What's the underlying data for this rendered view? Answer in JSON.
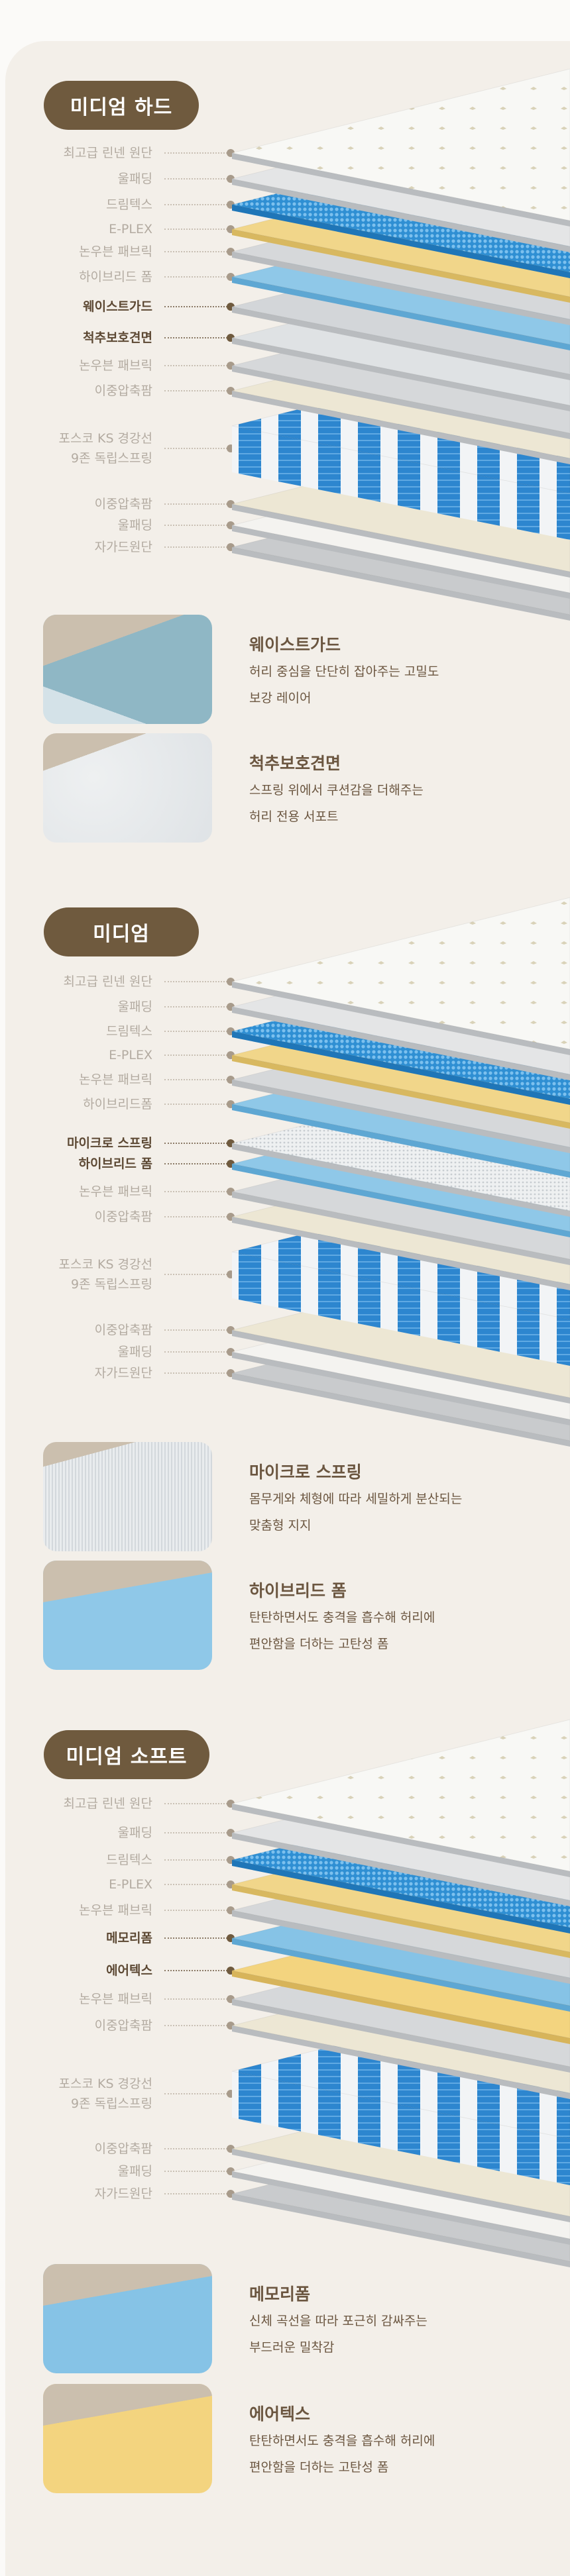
{
  "colors": {
    "pill": "#6f5a3e",
    "label": "#b3aba1",
    "label_bold": "#5c4833",
    "card_text": "#6b5640",
    "bg": "#f3efe9",
    "linen": "#f8f8f5",
    "wool": "#e4e5e6",
    "dreamtex": "#3d98d6",
    "eplex": "#f1d68a",
    "nonwoven": "#d6d8da",
    "hybrid": "#8fc8e8",
    "guard": "#d3d6d9",
    "spine": "#dfe2e4",
    "foam2": "#ede7d4",
    "spring": "#e9ecef",
    "woolbottom": "#f4f3f0",
    "jacquard": "#c9cbcd",
    "micro": "#eceeef",
    "memory": "#86c3e6",
    "airtex": "#f3d47f"
  },
  "sections": [
    {
      "title": "미디엄 하드",
      "layers": [
        {
          "label": "최고급 린넨 원단",
          "kind": "linen"
        },
        {
          "label": "울패딩",
          "kind": "wool"
        },
        {
          "label": "드림텍스",
          "kind": "dreamtex"
        },
        {
          "label": "E-PLEX",
          "kind": "eplex"
        },
        {
          "label": "논우븐 패브릭",
          "kind": "nonwoven"
        },
        {
          "label": "하이브리드 폼",
          "kind": "hybrid"
        },
        {
          "label": "웨이스트가드",
          "kind": "guard",
          "bold": true
        },
        {
          "label": "척추보호견면",
          "kind": "spine",
          "bold": true
        },
        {
          "label": "논우븐 패브릭",
          "kind": "nonwoven"
        },
        {
          "label": "이중압축팜",
          "kind": "foam2"
        },
        {
          "label": "포스코 KS 경강선",
          "label2": "9존 독립스프링",
          "kind": "spring"
        },
        {
          "label": "이중압축팜",
          "kind": "foam2"
        },
        {
          "label": "울패딩",
          "kind": "woolbottom"
        },
        {
          "label": "자가드원단",
          "kind": "jacquard"
        }
      ],
      "cards": [
        {
          "title": "웨이스트가드",
          "desc": [
            "허리 중심을 단단히 잡아주는 고밀도",
            "보강 레이어"
          ],
          "swatch": "guard"
        },
        {
          "title": "척추보호견면",
          "desc": [
            "스프링 위에서 쿠션감을 더해주는",
            "허리 전용 서포트"
          ],
          "swatch": "spine"
        }
      ]
    },
    {
      "title": "미디엄",
      "layers": [
        {
          "label": "최고급 린넨 원단",
          "kind": "linen"
        },
        {
          "label": "울패딩",
          "kind": "wool"
        },
        {
          "label": "드림텍스",
          "kind": "dreamtex"
        },
        {
          "label": "E-PLEX",
          "kind": "eplex"
        },
        {
          "label": "논우븐 패브릭",
          "kind": "nonwoven"
        },
        {
          "label": "하이브리드폼",
          "kind": "hybrid"
        },
        {
          "label": "마이크로 스프링",
          "kind": "micro",
          "bold": true
        },
        {
          "label": "하이브리드 폼",
          "kind": "hybrid",
          "bold": true
        },
        {
          "label": "논우븐 패브릭",
          "kind": "nonwoven"
        },
        {
          "label": "이중압축팜",
          "kind": "foam2"
        },
        {
          "label": "포스코 KS 경강선",
          "label2": "9존 독립스프링",
          "kind": "spring"
        },
        {
          "label": "이중압축팜",
          "kind": "foam2"
        },
        {
          "label": "울패딩",
          "kind": "woolbottom"
        },
        {
          "label": "자가드원단",
          "kind": "jacquard"
        }
      ],
      "cards": [
        {
          "title": "마이크로 스프링",
          "desc": [
            "몸무게와 체형에 따라 세밀하게 분산되는",
            "맞춤형 지지"
          ],
          "swatch": "micro"
        },
        {
          "title": "하이브리드 폼",
          "desc": [
            "탄탄하면서도 충격을 흡수해 허리에",
            "편안함을 더하는 고탄성 폼"
          ],
          "swatch": "hybrid"
        }
      ]
    },
    {
      "title": "미디엄 소프트",
      "layers": [
        {
          "label": "최고급 린넨 원단",
          "kind": "linen"
        },
        {
          "label": "울패딩",
          "kind": "wool"
        },
        {
          "label": "드림텍스",
          "kind": "dreamtex"
        },
        {
          "label": "E-PLEX",
          "kind": "eplex"
        },
        {
          "label": "논우븐 패브릭",
          "kind": "nonwoven"
        },
        {
          "label": "메모리폼",
          "kind": "memory",
          "bold": true
        },
        {
          "label": "에어텍스",
          "kind": "airtex",
          "bold": true
        },
        {
          "label": "논우븐 패브릭",
          "kind": "nonwoven"
        },
        {
          "label": "이중압축팜",
          "kind": "foam2"
        },
        {
          "label": "포스코 KS 경강선",
          "label2": "9존 독립스프링",
          "kind": "spring"
        },
        {
          "label": "이중압축팜",
          "kind": "foam2"
        },
        {
          "label": "울패딩",
          "kind": "woolbottom"
        },
        {
          "label": "자가드원단",
          "kind": "jacquard"
        }
      ],
      "cards": [
        {
          "title": "메모리폼",
          "desc": [
            "신체 곡선을 따라 포근히 감싸주는",
            "부드러운 밀착감"
          ],
          "swatch": "memory"
        },
        {
          "title": "에어텍스",
          "desc": [
            "탄탄하면서도 충격을 흡수해 허리에",
            "편안함을 더하는 고탄성 폼"
          ],
          "swatch": "airtex"
        }
      ]
    }
  ]
}
